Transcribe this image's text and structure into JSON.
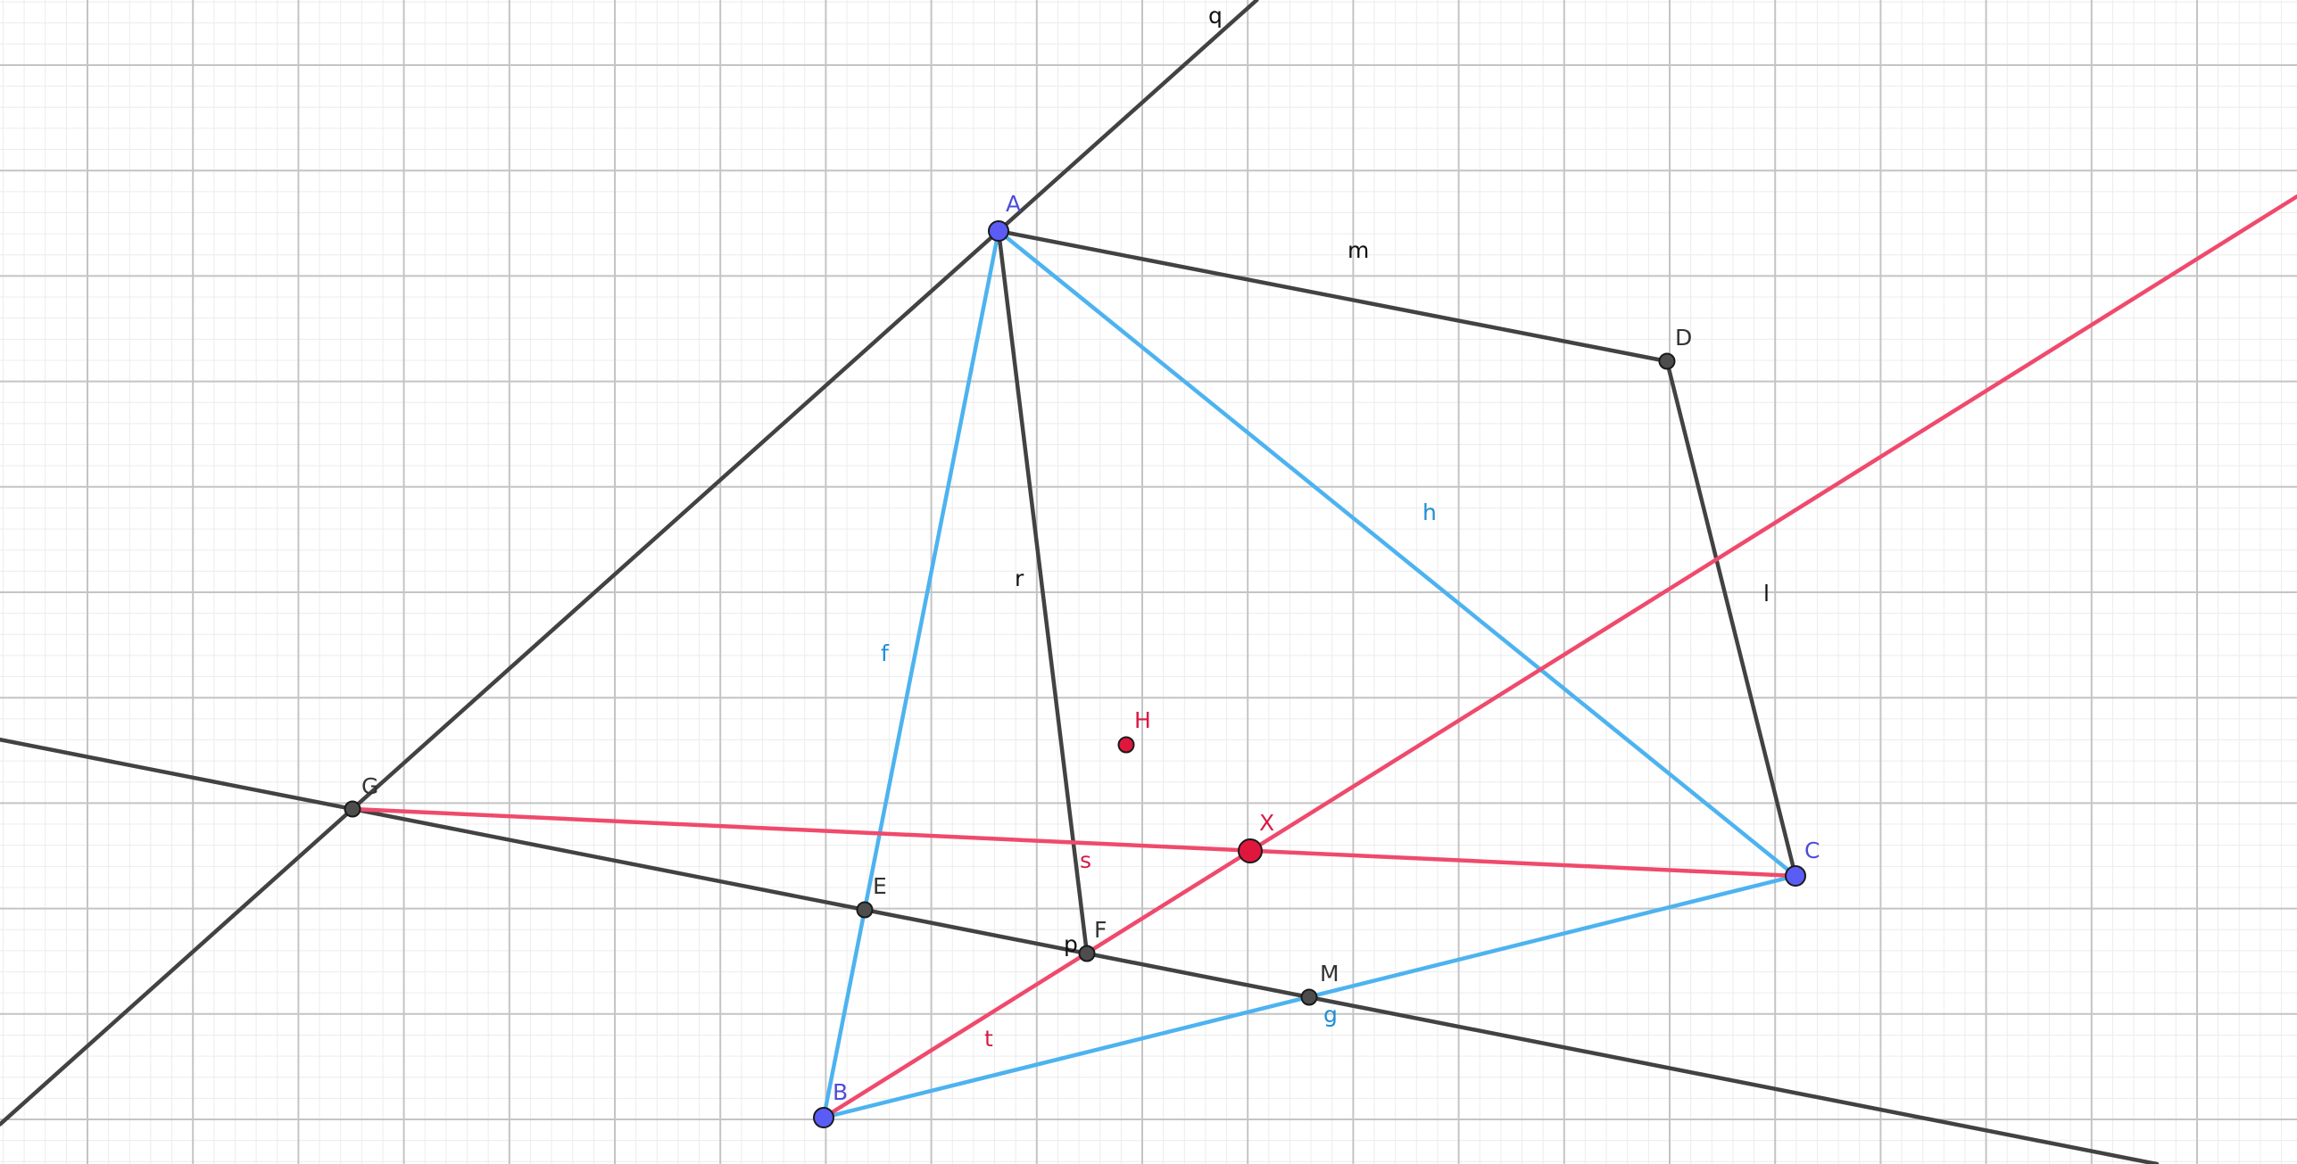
{
  "canvas": {
    "grid_visible": true,
    "background": "#ffffff"
  },
  "colors": {
    "grid_major": "#c4c4c4",
    "grid_minor": "#ececec",
    "black": "#424242",
    "blue": "#4db3f0",
    "red": "#ef4a6c",
    "point_blue": "#5a5cf5",
    "point_dark": "#4d4d4d",
    "point_red": "#e0163c",
    "label_black": "#111111",
    "label_blue": "#1e8fd6",
    "label_red": "#d81b45",
    "label_point_blue": "#4d4dd8",
    "label_point_dark": "#333333"
  },
  "points": [
    {
      "id": "A",
      "label": "A",
      "style": "blue"
    },
    {
      "id": "B",
      "label": "B",
      "style": "blue"
    },
    {
      "id": "C",
      "label": "C",
      "style": "blue"
    },
    {
      "id": "D",
      "label": "D",
      "style": "dark"
    },
    {
      "id": "E",
      "label": "E",
      "style": "dark"
    },
    {
      "id": "F",
      "label": "F",
      "style": "dark"
    },
    {
      "id": "G",
      "label": "G",
      "style": "dark"
    },
    {
      "id": "M",
      "label": "M",
      "style": "dark"
    },
    {
      "id": "H",
      "label": "H",
      "style": "red-small"
    },
    {
      "id": "X",
      "label": "X",
      "style": "red-large"
    }
  ],
  "objects": [
    {
      "name": "f",
      "from": "A",
      "to": "B",
      "color": "blue",
      "kind": "segment"
    },
    {
      "name": "g",
      "from": "B",
      "to": "C",
      "color": "blue",
      "kind": "segment"
    },
    {
      "name": "h",
      "from": "A",
      "to": "C",
      "color": "blue",
      "kind": "segment"
    },
    {
      "name": "m",
      "from": "A",
      "to": "D",
      "color": "black",
      "kind": "segment"
    },
    {
      "name": "l",
      "from": "D",
      "to": "C",
      "color": "black",
      "kind": "segment"
    },
    {
      "name": "r",
      "from": "A",
      "to": "F",
      "color": "black",
      "kind": "segment"
    },
    {
      "name": "p",
      "from": "G",
      "to": "M",
      "color": "black",
      "kind": "line"
    },
    {
      "name": "q",
      "from": "G",
      "to": "A",
      "color": "black",
      "kind": "line"
    },
    {
      "name": "s",
      "from": "G",
      "to": "C",
      "color": "red",
      "kind": "segment"
    },
    {
      "name": "t",
      "from": "B",
      "to": "X",
      "color": "red",
      "kind": "ray"
    }
  ]
}
